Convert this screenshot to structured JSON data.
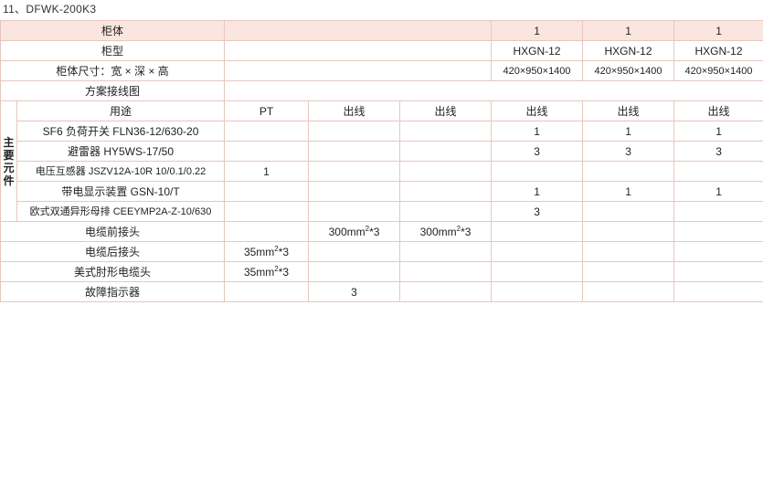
{
  "title": "11、DFWK-200K3",
  "header": {
    "cabinet_label": "柜体",
    "cabinet_values": [
      "1",
      "1",
      "1"
    ],
    "type_label": "柜型",
    "type_values": [
      "HXGN-12",
      "HXGN-12",
      "HXGN-12"
    ],
    "size_label": "柜体尺寸：宽 × 深 × 高",
    "size_values": [
      "420×950×1400",
      "420×950×1400",
      "420×950×1400"
    ]
  },
  "diagram_label": "方案接线图",
  "group_label": "主要元件",
  "usage": {
    "label": "用途",
    "values": [
      "PT",
      "出线",
      "出线",
      "出线",
      "出线",
      "出线"
    ]
  },
  "components": [
    {
      "label": "SF6 负荷开关 FLN36-12/630-20",
      "values": [
        "",
        "",
        "",
        "1",
        "1",
        "1"
      ]
    },
    {
      "label": "避雷器 HY5WS-17/50",
      "values": [
        "",
        "",
        "",
        "3",
        "3",
        "3"
      ]
    },
    {
      "label": "电压互感器 JSZV12A-10R 10/0.1/0.22",
      "values": [
        "1",
        "",
        "",
        "",
        "",
        ""
      ]
    },
    {
      "label": "带电显示装置  GSN-10/T",
      "values": [
        "",
        "",
        "",
        "1",
        "1",
        "1"
      ]
    },
    {
      "label": "欧式双通异形母排 CEEYMP2A-Z-10/630",
      "values": [
        "",
        "",
        "",
        "3",
        "",
        ""
      ]
    }
  ],
  "extras": [
    {
      "label": "电缆前接头",
      "values": [
        "",
        "300mm²*3",
        "300mm²*3",
        "",
        "",
        ""
      ]
    },
    {
      "label": "电缆后接头",
      "values": [
        "35mm²*3",
        "",
        "",
        "",
        "",
        ""
      ]
    },
    {
      "label": "美式肘形电缆头",
      "values": [
        "35mm²*3",
        "",
        "",
        "",
        "",
        ""
      ]
    },
    {
      "label": "故障指示器",
      "values": [
        "",
        "3",
        "",
        "",
        "",
        ""
      ]
    }
  ],
  "colors": {
    "border": "#e6c7c0",
    "header_fill": "#fbe5df",
    "line": "#555555"
  }
}
